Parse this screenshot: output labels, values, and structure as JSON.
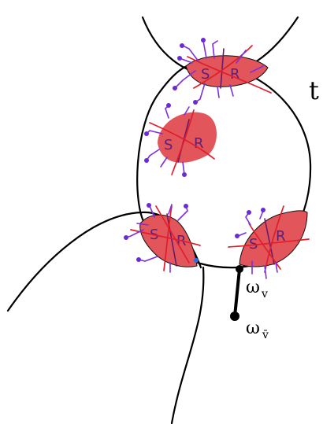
{
  "diagram": {
    "sr_letters": {
      "left": "S",
      "right": "R"
    },
    "t_label": "t",
    "w_v_label": {
      "base": "ω",
      "sub": "v"
    },
    "w_vbar_label": {
      "base": "ω",
      "sub": "v̄"
    }
  },
  "colors": {
    "blob_fill": "#e2555a",
    "cross_stroke": "#e01e2b",
    "feather_stroke": "#7b2fe0",
    "ink": "#000000"
  }
}
